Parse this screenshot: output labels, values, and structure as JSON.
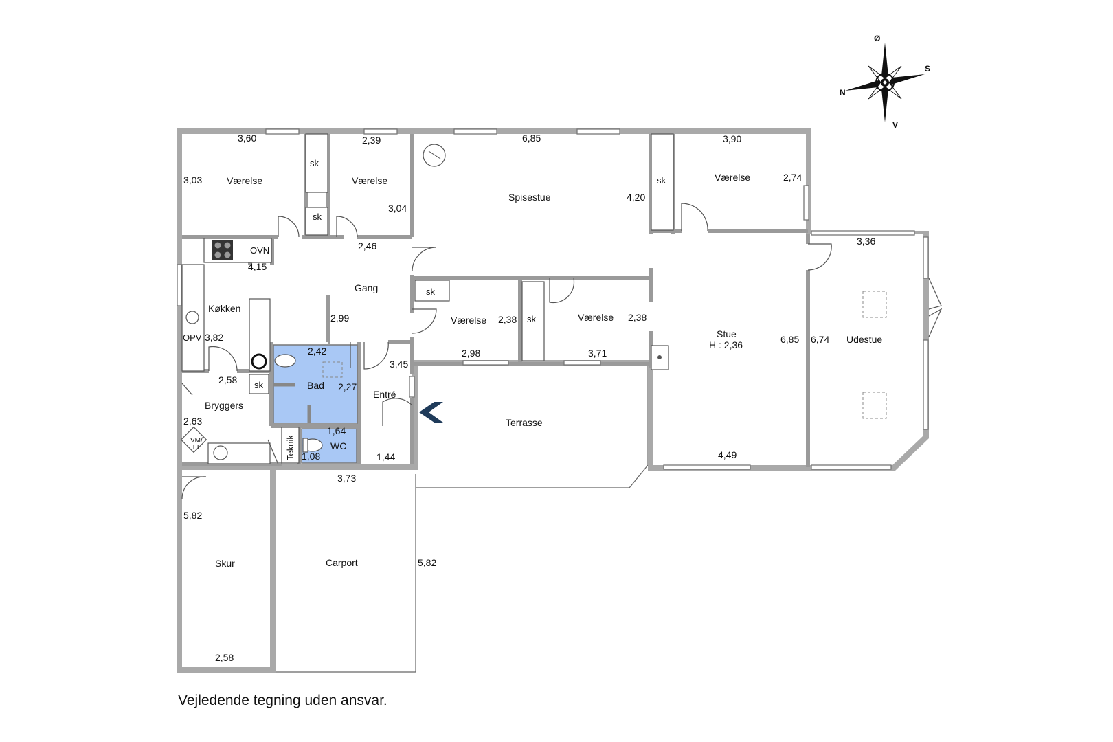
{
  "compass": {
    "north": "N",
    "south": "S",
    "east": "Ø",
    "west": "V"
  },
  "rooms": {
    "vaerelse1": {
      "name": "Værelse",
      "width": "3,60",
      "height": "3,03"
    },
    "vaerelse2": {
      "name": "Værelse",
      "width": "2,39",
      "height": "3,04"
    },
    "spisestue": {
      "name": "Spisestue",
      "width": "6,85",
      "height": "4,20"
    },
    "vaerelse3": {
      "name": "Værelse",
      "width": "3,90",
      "height": "2,74"
    },
    "koekken": {
      "name": "Køkken",
      "width": "4,15",
      "height": "3,82",
      "ovn": "OVN",
      "opv": "OPV"
    },
    "gang": {
      "name": "Gang",
      "width": "2,46",
      "height": "2,99"
    },
    "vaerelse4": {
      "name": "Værelse",
      "width": "2,98",
      "height": "2,38"
    },
    "vaerelse5": {
      "name": "Værelse",
      "width": "3,71",
      "height": "2,38"
    },
    "bad": {
      "name": "Bad",
      "width": "2,42",
      "height": "2,27"
    },
    "entre": {
      "name": "Entré",
      "width": "1,44",
      "height": "3,45"
    },
    "wc": {
      "name": "WC",
      "width": "1,64",
      "height": "1,08"
    },
    "teknik": {
      "name": "Teknik"
    },
    "bryggers": {
      "name": "Bryggers",
      "width": "2,58",
      "height": "2,63",
      "vmtt": "VM/\nTT"
    },
    "stue": {
      "name": "Stue",
      "note": "H : 2,36",
      "width": "4,49",
      "height": "6,85"
    },
    "udestue": {
      "name": "Udestue",
      "width": "3,36",
      "height": "6,74"
    },
    "terrasse": {
      "name": "Terrasse"
    },
    "skur": {
      "name": "Skur",
      "width": "2,58",
      "height": "5,82"
    },
    "carport": {
      "name": "Carport",
      "width": "3,73",
      "height": "5,82"
    }
  },
  "closet_label": "sk",
  "bath_color": "#a9c8f5",
  "entrance_arrow_color": "#1f3b5a",
  "disclaimer": "Vejledende tegning uden ansvar."
}
